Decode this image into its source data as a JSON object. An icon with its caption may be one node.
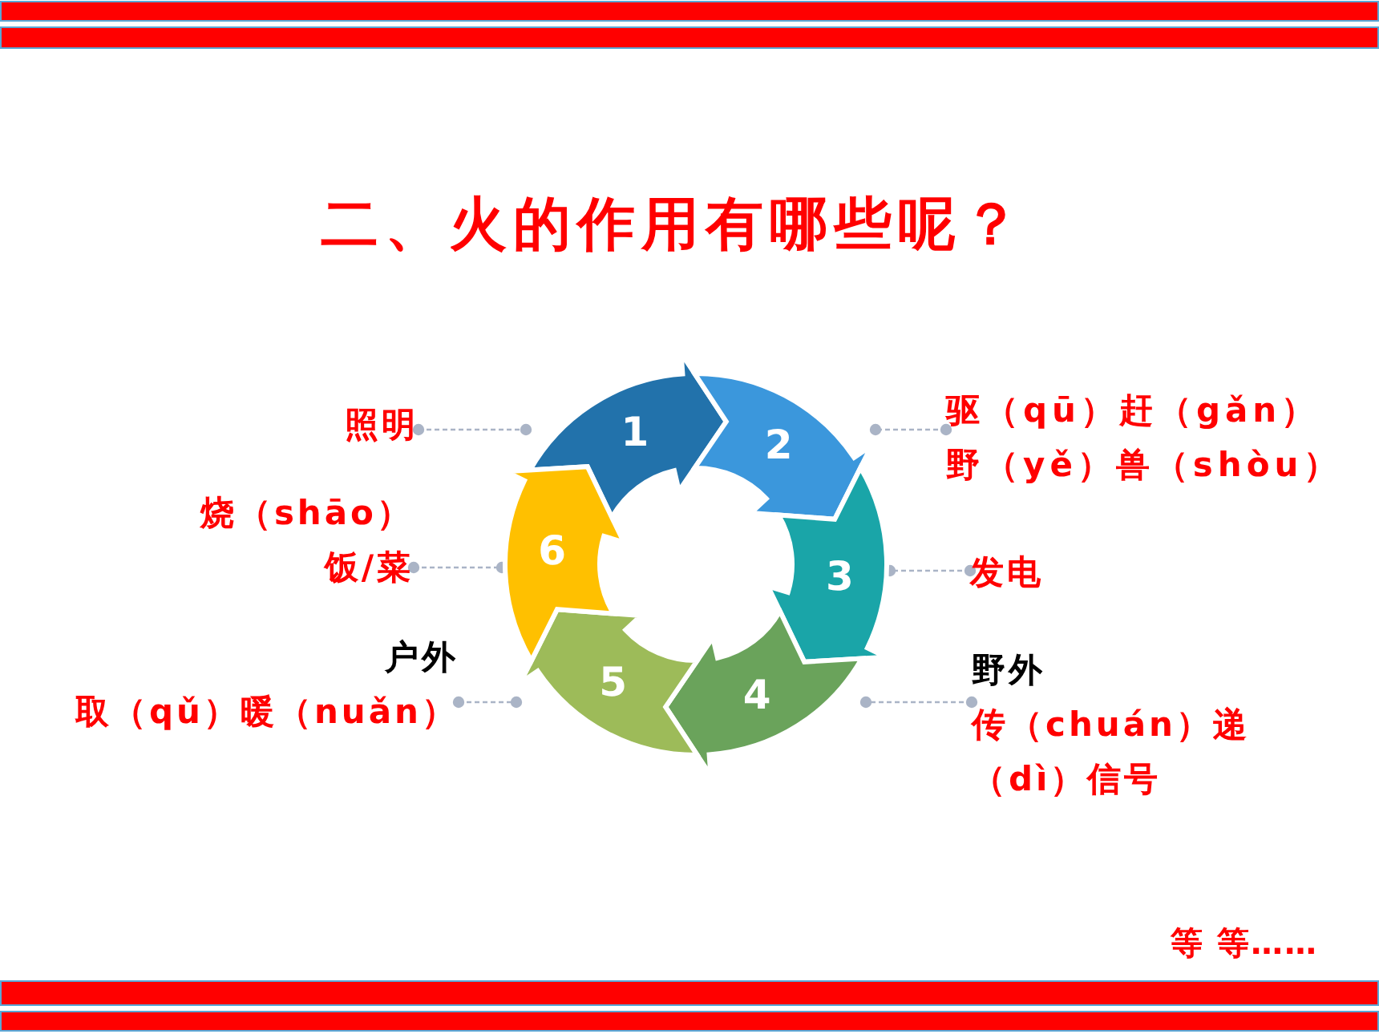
{
  "diagram": {
    "title": "二、火的作用有哪些呢？",
    "nodes": [
      {
        "text": [
          "1"
        ]
      },
      {
        "text": [
          "2"
        ]
      },
      {
        "text": [
          "3"
        ]
      },
      {
        "text": [
          "4"
        ]
      },
      {
        "text": [
          "5"
        ]
      },
      {
        "text": [
          "6"
        ]
      },
      {
        "text": [
          "照明"
        ]
      },
      {
        "text": [
          "驱（qū）赶（gǎn）野（yě）兽（shòu）"
        ]
      },
      {
        "text": [
          "烧（shāo）饭/菜"
        ]
      },
      {
        "text": [
          "发电"
        ]
      },
      {
        "text": [
          "户外",
          "取（qǔ）暖（nuǎn）"
        ]
      },
      {
        "text": [
          "野外",
          "传（chuán）递（dì）信号"
        ]
      }
    ],
    "edges": [
      {
        "from": 6,
        "to": 0,
        "arrow": "other",
        "style": "dashed"
      },
      {
        "from": 7,
        "to": 1,
        "arrow": "other",
        "style": "dashed"
      },
      {
        "from": 8,
        "to": 5,
        "arrow": "other",
        "style": "dashed"
      },
      {
        "from": 9,
        "to": 2,
        "arrow": "other",
        "style": "dashed"
      },
      {
        "from": 10,
        "to": 4,
        "arrow": "other",
        "style": "dashed"
      },
      {
        "from": 11,
        "to": 3,
        "arrow": "other",
        "style": "dashed"
      }
    ],
    "labels": [
      "等 等……"
    ]
  }
}
